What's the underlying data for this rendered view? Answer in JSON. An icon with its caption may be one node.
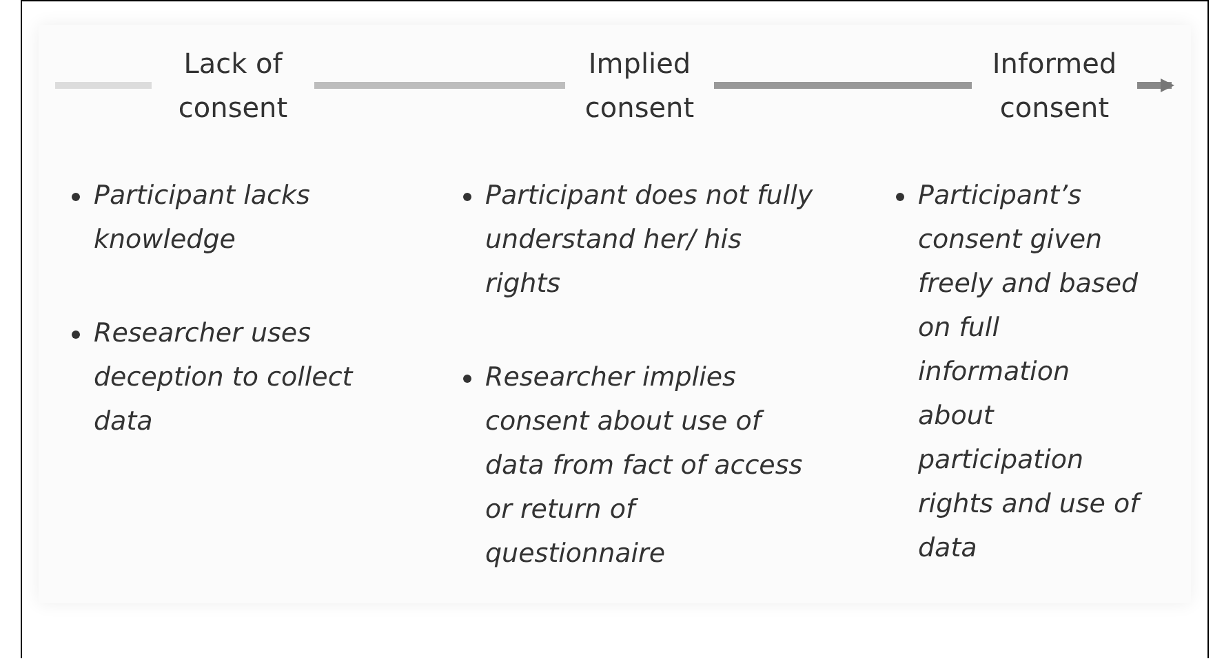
{
  "diagram": {
    "nodes": [
      {
        "text": [
          "Lack of consent"
        ]
      },
      {
        "text": [
          "Implied consent"
        ]
      },
      {
        "text": [
          "Informed consent"
        ]
      }
    ],
    "edges": [
      {
        "from": null,
        "to": 0,
        "arrow": "none"
      },
      {
        "from": 0,
        "to": 1,
        "arrow": "none"
      },
      {
        "from": 1,
        "to": 2,
        "arrow": "none"
      },
      {
        "from": 2,
        "to": null,
        "arrow": "to"
      }
    ],
    "labels": [
      "Participant lacks knowledge",
      "Participant does not fully understand her/ his rights",
      "Participant’s consent given freely and based on full information about participation rights and use of data",
      "Researcher uses deception to collect data",
      "Researcher implies consent about use of data from fact of access or return of questionnaire"
    ]
  }
}
